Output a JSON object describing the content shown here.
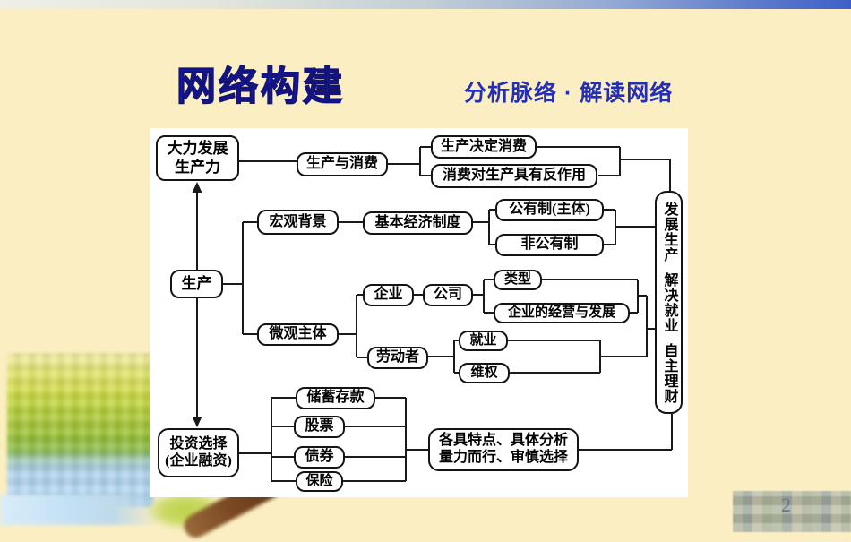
{
  "header": {
    "title": "网络构建",
    "subtitle": "分析脉络 · 解读网络"
  },
  "page_number": "2",
  "colors": {
    "background": "#FBEEC3",
    "panel": "#FFFFFF",
    "title_blue": "#2323CC",
    "subtitle_blue": "#2330B6",
    "line": "#1A1A1A"
  },
  "diagram": {
    "nodes": {
      "bigdev": {
        "line1": "大力发展",
        "line2": "生产力"
      },
      "prod_cons": {
        "label": "生产与消费"
      },
      "determine": {
        "label": "生产决定消费"
      },
      "react": {
        "label": "消费对生产具有反作用"
      },
      "macro": {
        "label": "宏观背景"
      },
      "basic_sys": {
        "label": "基本经济制度"
      },
      "public": {
        "label": "公有制(主体)"
      },
      "nonpublic": {
        "label": "非公有制"
      },
      "prod": {
        "label": "生产"
      },
      "micro": {
        "label": "微观主体"
      },
      "enterprise": {
        "label": "企业"
      },
      "company": {
        "label": "公司"
      },
      "types": {
        "label": "类型"
      },
      "ent_dev": {
        "label": "企业的经营与发展"
      },
      "worker": {
        "label": "劳动者"
      },
      "employ": {
        "label": "就业"
      },
      "rights": {
        "label": "维权"
      },
      "invest": {
        "line1": "投资选择",
        "line2": "(企业融资)"
      },
      "savings": {
        "label": "储蓄存款"
      },
      "stock": {
        "label": "股票"
      },
      "bond": {
        "label": "债券"
      },
      "insurance": {
        "label": "保险"
      },
      "features": {
        "line1": "各具特点、具体分析",
        "line2": "量力而行、审慎选择"
      },
      "summary": {
        "groups": [
          "发展生产",
          "解决就业",
          "自主理财"
        ]
      }
    }
  }
}
